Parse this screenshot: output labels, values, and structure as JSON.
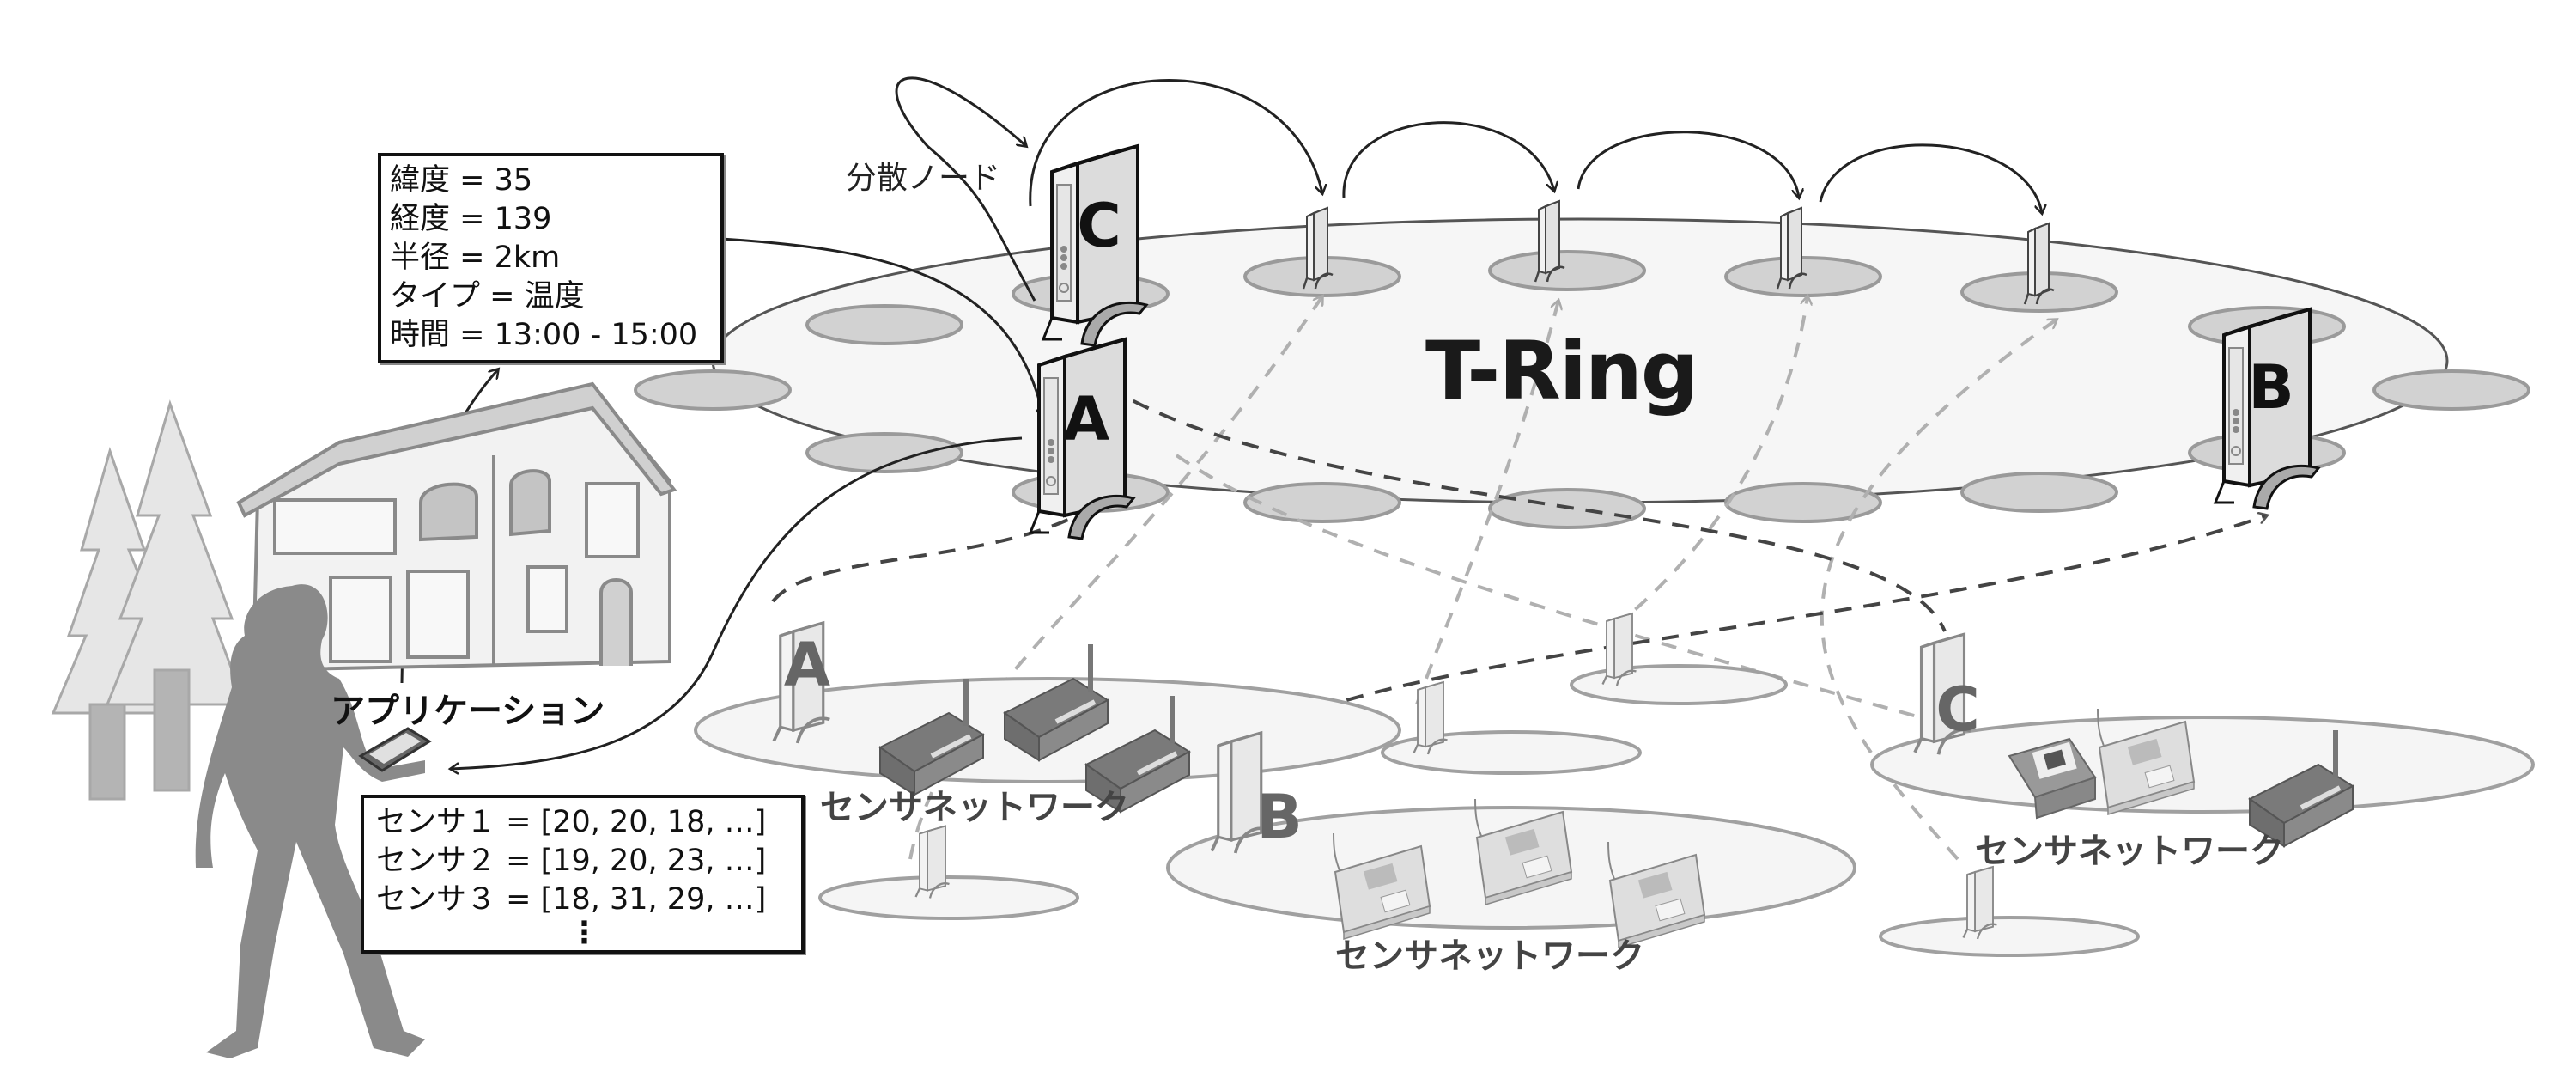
{
  "ring": {
    "title": "T-Ring",
    "distributed_node_label": "分散ノード",
    "node_labels": [
      "C",
      "A",
      "B"
    ]
  },
  "application": {
    "label": "アプリケーション"
  },
  "query_box": {
    "lines": [
      "緯度 = 35",
      "経度 = 139",
      "半径 = 2km",
      "タイプ = 温度",
      "時間 = 13:00 - 15:00"
    ]
  },
  "result_box": {
    "lines": [
      "センサ１ = [20, 20, 18, …]",
      "センサ２ = [19, 20, 23, …]",
      "センサ３ = [18, 31, 29, …]"
    ],
    "continuation": "⋮"
  },
  "sensor_networks": [
    {
      "label": "センサネットワーク",
      "gateway": "A"
    },
    {
      "label": "センサネットワーク",
      "gateway": "B"
    },
    {
      "label": "センサネットワーク",
      "gateway": "C"
    }
  ],
  "colors": {
    "ring_fill": "#f6f6f6",
    "slot_fill": "#d2d2d2",
    "slot_stroke": "#9a9a9a",
    "network_fill": "#f5f5f5",
    "silhouette": "#8a8a8a",
    "arrow_dark": "#222222",
    "arrow_light": "#b0b0b0"
  }
}
